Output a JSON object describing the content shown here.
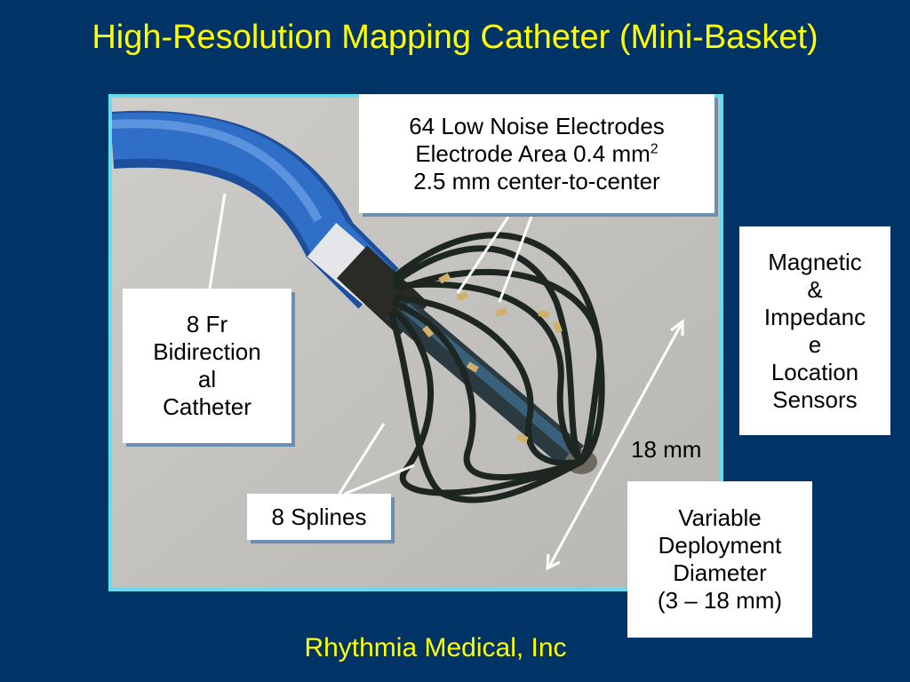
{
  "slide": {
    "title": "High-Resolution Mapping Catheter (Mini-Basket)",
    "footer": "Rhythmia Medical, Inc"
  },
  "callouts": {
    "electrodes": {
      "line1": "64 Low Noise Electrodes",
      "line2_prefix": "Electrode Area 0.4 mm",
      "line2_superscript": "2",
      "line3": "2.5 mm center-to-center"
    },
    "catheter": {
      "lines": [
        "8 Fr",
        "Bidirection",
        "al",
        "Catheter"
      ]
    },
    "sensors": {
      "lines": [
        "Magnetic",
        "&",
        "Impedanc",
        "e",
        "Location",
        "Sensors"
      ]
    },
    "splines": {
      "label": "8 Splines"
    },
    "deployment": {
      "lines": [
        "Variable",
        "Deployment",
        "Diameter",
        "(3 – 18 mm)"
      ]
    },
    "measurement": {
      "label": "18 mm"
    }
  },
  "colors": {
    "background": "#003366",
    "title_text": "#ffff00",
    "photo_border": "#66ddee",
    "catheter_shaft": "#2f6fc8",
    "spline": "#1e2622",
    "electrode": "#d2b068"
  }
}
